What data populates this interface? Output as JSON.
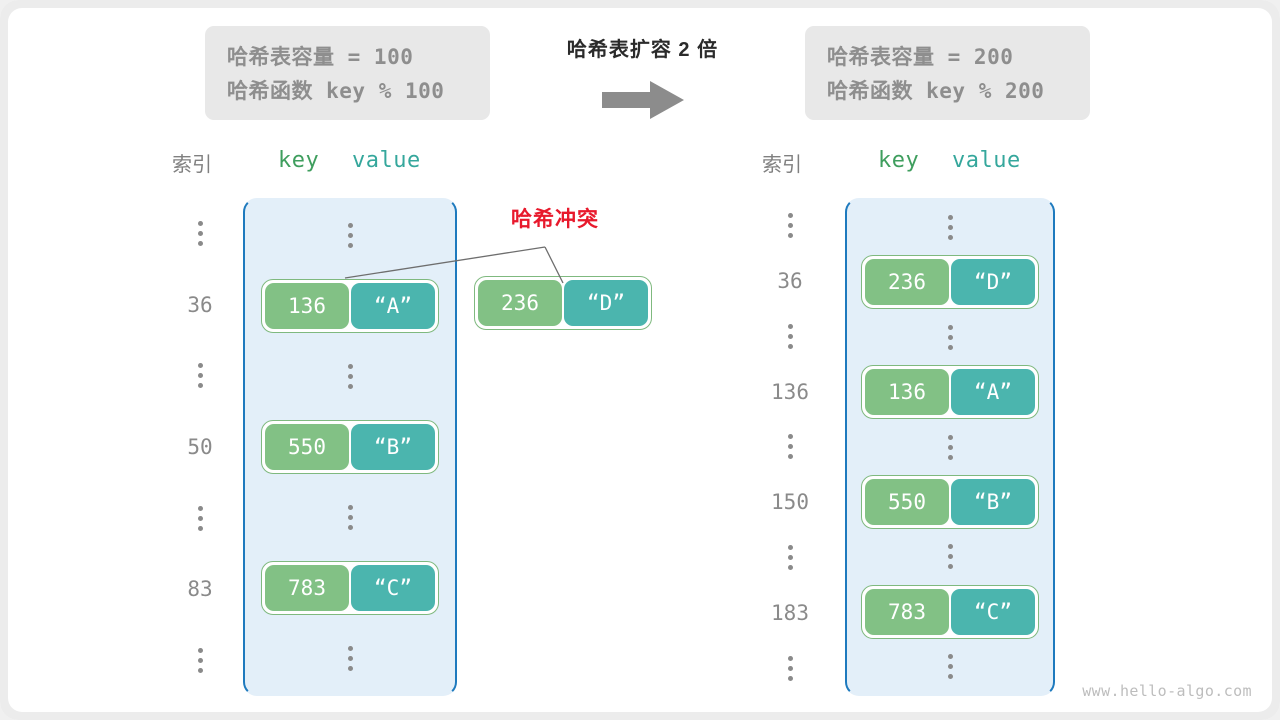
{
  "colors": {
    "key_cell": "#82c185",
    "value_cell": "#4bb5ae",
    "bucket_bg": "#e3eff9",
    "bucket_border": "#1e7abe",
    "collision_red": "#e8192c",
    "info_box_bg": "#e8e8e8",
    "arrow_gray": "#8c8c8c"
  },
  "info_left": {
    "capacity_line": "哈希表容量 = 100",
    "function_line": "哈希函数 key % 100"
  },
  "info_right": {
    "capacity_line": "哈希表容量 = 200",
    "function_line": "哈希函数 key % 200"
  },
  "transition": {
    "label": "哈希表扩容 2 倍",
    "arrow_icon": "arrow-right-icon"
  },
  "collision": {
    "label": "哈希冲突"
  },
  "left_table": {
    "header_index": "索引",
    "header_key": "key",
    "header_value": "value",
    "rows": [
      {
        "type": "dots",
        "index": "⋮"
      },
      {
        "type": "entry",
        "index": "36",
        "key": "136",
        "value": "“A”"
      },
      {
        "type": "dots",
        "index": "⋮"
      },
      {
        "type": "entry",
        "index": "50",
        "key": "550",
        "value": "“B”"
      },
      {
        "type": "dots",
        "index": "⋮"
      },
      {
        "type": "entry",
        "index": "83",
        "key": "783",
        "value": "“C”"
      },
      {
        "type": "dots",
        "index": "⋮"
      }
    ]
  },
  "colliding_entry": {
    "key": "236",
    "value": "“D”"
  },
  "right_table": {
    "header_index": "索引",
    "header_key": "key",
    "header_value": "value",
    "rows": [
      {
        "type": "dots",
        "index": "⋮"
      },
      {
        "type": "entry",
        "index": "36",
        "key": "236",
        "value": "“D”"
      },
      {
        "type": "dots",
        "index": "⋮"
      },
      {
        "type": "entry",
        "index": "136",
        "key": "136",
        "value": "“A”"
      },
      {
        "type": "dots",
        "index": "⋮"
      },
      {
        "type": "entry",
        "index": "150",
        "key": "550",
        "value": "“B”"
      },
      {
        "type": "dots",
        "index": "⋮"
      },
      {
        "type": "entry",
        "index": "183",
        "key": "783",
        "value": "“C”"
      },
      {
        "type": "dots",
        "index": "⋮"
      }
    ]
  },
  "watermark": "www.hello-algo.com"
}
